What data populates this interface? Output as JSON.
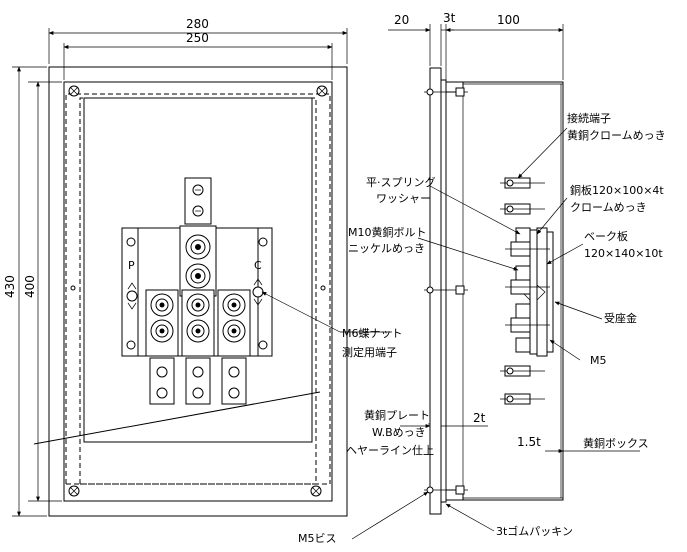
{
  "dimensions": {
    "width_outer": "280",
    "width_inner": "250",
    "height_outer": "430",
    "height_inner": "400",
    "side_left": "20",
    "side_gap": "3t",
    "side_depth": "100",
    "thickness_plate": "2t",
    "thickness_box": "1.5t"
  },
  "labels": {
    "p_terminal": "P",
    "c_terminal": "C",
    "m6_nut_line1": "M6蝶ナット",
    "m6_nut_line2": "測定用端子",
    "m5_screw": "M5ビス",
    "connection_terminal_line1": "接続端子",
    "connection_terminal_line2": "黄銅クロームめっき",
    "washer_line1": "平·スプリング",
    "washer_line2": "ワッシャー",
    "copper_plate_line1": "銅板120×100×4t",
    "copper_plate_line2": "クロームめっき",
    "bolt_line1": "M10黄銅ボルト",
    "bolt_line2": "ニッケルめっき",
    "bake_plate_line1": "ベーク板",
    "bake_plate_line2": "120×140×10t",
    "receiver": "受座金",
    "m5": "M5",
    "brass_plate_line1": "黄銅プレート",
    "brass_plate_line2": "W.Bめっき",
    "brass_plate_line3": "ヘヤーライン仕上",
    "brass_box": "黄銅ボックス",
    "rubber_packing": "3tゴムパッキン"
  }
}
